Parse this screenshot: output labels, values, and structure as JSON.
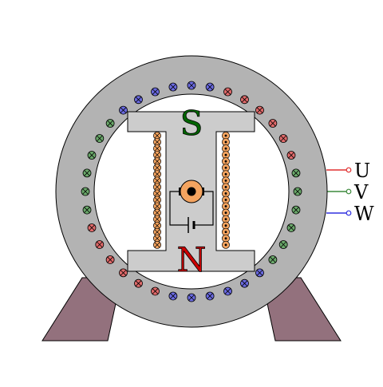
{
  "diagram": {
    "pole_top_label": "S",
    "pole_bottom_label": "N",
    "phases": [
      {
        "label": "U",
        "color": "#e03030",
        "fill": "#e06a6a"
      },
      {
        "label": "V",
        "color": "#3d8a3d",
        "fill": "#6aa86a"
      },
      {
        "label": "W",
        "color": "#3030e0",
        "fill": "#6a6ae0"
      }
    ],
    "colors": {
      "stator": "#b3b3b3",
      "rotor": "#cccccc",
      "stand": "#93717d",
      "field_coil": "#f4a460",
      "pole_S_text": "#006400",
      "pole_N_text": "#cc0000"
    },
    "stator_slots": [
      "W",
      "W",
      "W",
      "W",
      "U",
      "U",
      "U",
      "U",
      "U",
      "U",
      "V",
      "V",
      "V",
      "V",
      "V",
      "V",
      "W",
      "W",
      "W",
      "W",
      "W",
      "W",
      "U",
      "U",
      "U",
      "U",
      "U",
      "U",
      "V",
      "V",
      "V",
      "V",
      "V",
      "V",
      "W",
      "W"
    ]
  }
}
